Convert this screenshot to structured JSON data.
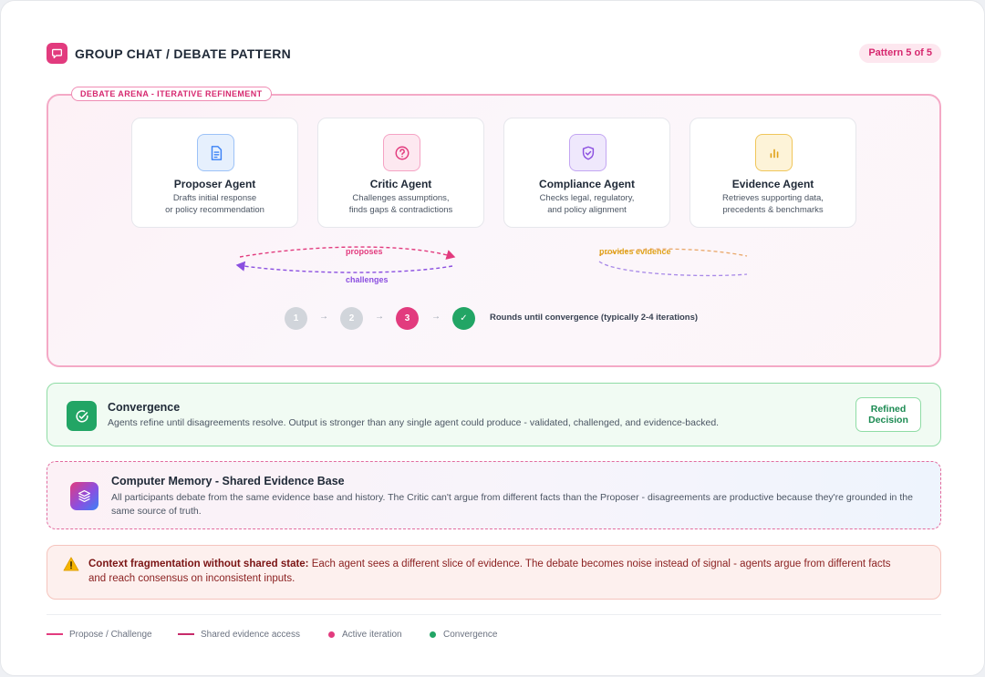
{
  "header": {
    "title": "GROUP CHAT / DEBATE PATTERN",
    "pattern_badge": "Pattern 5 of 5",
    "icon": "chat-bubble-icon"
  },
  "arena": {
    "tag": "DEBATE ARENA - ITERATIVE REFINEMENT",
    "agents": [
      {
        "name": "Proposer Agent",
        "desc_line1": "Drafts initial response",
        "desc_line2": "or policy recommendation",
        "icon": "document-icon",
        "color": "#3b82f6"
      },
      {
        "name": "Critic Agent",
        "desc_line1": "Challenges assumptions,",
        "desc_line2": "finds gaps & contradictions",
        "icon": "question-icon",
        "color": "#e23b7e"
      },
      {
        "name": "Compliance Agent",
        "desc_line1": "Checks legal, regulatory,",
        "desc_line2": "and policy alignment",
        "icon": "shield-check-icon",
        "color": "#8b4fe0"
      },
      {
        "name": "Evidence Agent",
        "desc_line1": "Retrieves supporting data,",
        "desc_line2": "precedents & benchmarks",
        "icon": "bar-chart-icon",
        "color": "#e0a21a"
      }
    ],
    "flows": {
      "proposes": "proposes",
      "challenges": "challenges",
      "provides_evidence": "provides evidence"
    },
    "rounds": {
      "steps": [
        "1",
        "2",
        "3",
        "✓"
      ],
      "active_step": 3,
      "text": "Rounds until convergence (typically 2-4 iterations)"
    }
  },
  "convergence": {
    "title": "Convergence",
    "desc": "Agents refine until disagreements resolve. Output is stronger than any single agent could produce - validated, challenged, and evidence-backed.",
    "badge_line1": "Refined",
    "badge_line2": "Decision"
  },
  "memory": {
    "title": "Computer Memory - Shared Evidence Base",
    "desc": "All participants debate from the same evidence base and history. The Critic can't argue from different facts than the Proposer - disagreements are productive because they're grounded in the same source of truth."
  },
  "warning": {
    "bold": "Context fragmentation without shared state:",
    "text": " Each agent sees a different slice of evidence. The debate becomes noise instead of signal - agents argue from different facts and reach consensus on inconsistent inputs."
  },
  "legend": {
    "propose_challenge": "Propose / Challenge",
    "shared_access": "Shared evidence access",
    "active_iteration": "Active iteration",
    "convergence": "Convergence"
  },
  "colors": {
    "accent": "#e23b7e",
    "green": "#22a565",
    "purple": "#8b4fe0",
    "orange": "#e0a21a"
  }
}
